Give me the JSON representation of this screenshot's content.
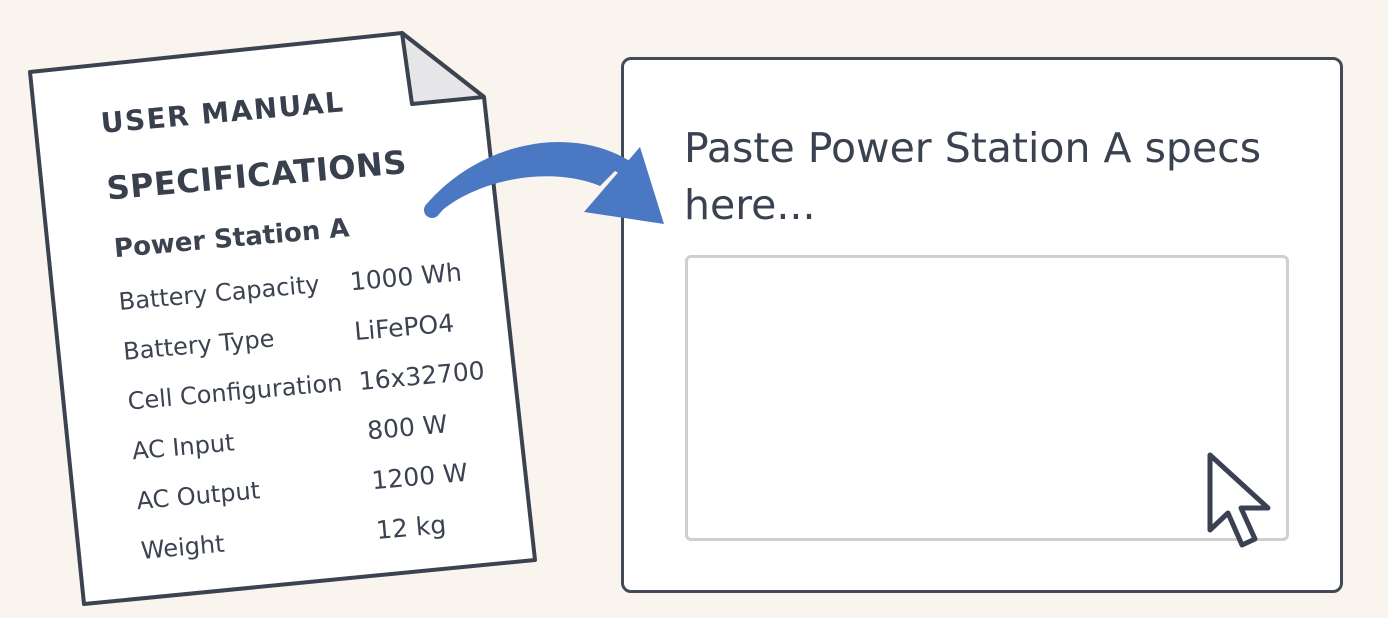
{
  "manual": {
    "heading": "USER MANUAL",
    "subheading": "SPECIFICATIONS",
    "product": "Power Station A",
    "specs": [
      {
        "label": "Battery Capacity",
        "value": "1000 Wh"
      },
      {
        "label": "Battery Type",
        "value": "LiFePO4"
      },
      {
        "label": "Cell Configuration",
        "value": "16x32700"
      },
      {
        "label": "AC Input",
        "value": "800 W"
      },
      {
        "label": "AC Output",
        "value": "1200 W"
      },
      {
        "label": "Weight",
        "value": "12 kg"
      }
    ]
  },
  "paste_panel": {
    "prompt": "Paste Power Station A specs here...",
    "input_value": ""
  },
  "icons": {
    "arrow": "curved-arrow-icon",
    "cursor": "mouse-cursor-icon",
    "document": "document-icon"
  },
  "colors": {
    "background": "#faf4ee",
    "ink": "#39404d",
    "arrow": "#4a78c2",
    "input_border": "#cfcfcf"
  }
}
